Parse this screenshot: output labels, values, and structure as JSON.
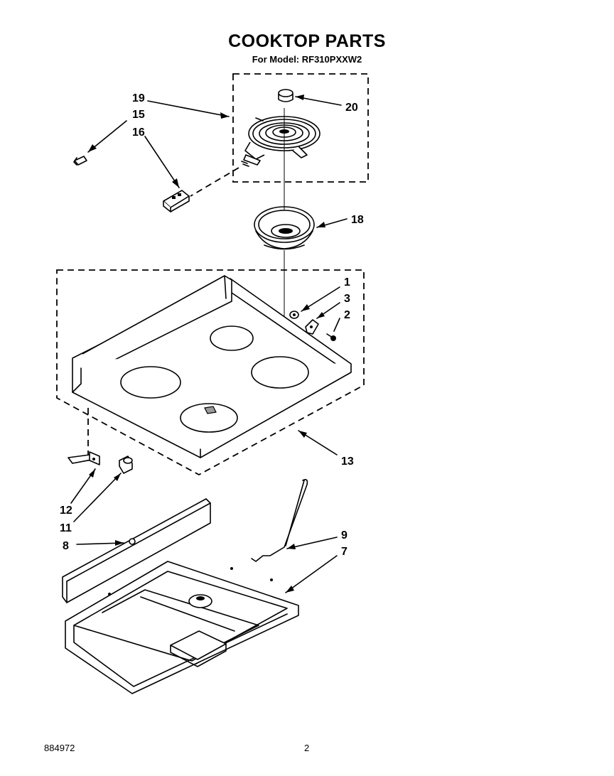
{
  "header": {
    "title": "COOKTOP PARTS",
    "subtitle": "For Model: RF310PXXW2"
  },
  "footer": {
    "doc_number": "884972",
    "page_number": "2"
  },
  "callouts": {
    "1": "1",
    "2": "2",
    "3": "3",
    "7": "7",
    "8": "8",
    "9": "9",
    "11": "11",
    "12": "12",
    "13": "13",
    "15": "15",
    "16": "16",
    "18": "18",
    "19": "19",
    "20": "20"
  }
}
